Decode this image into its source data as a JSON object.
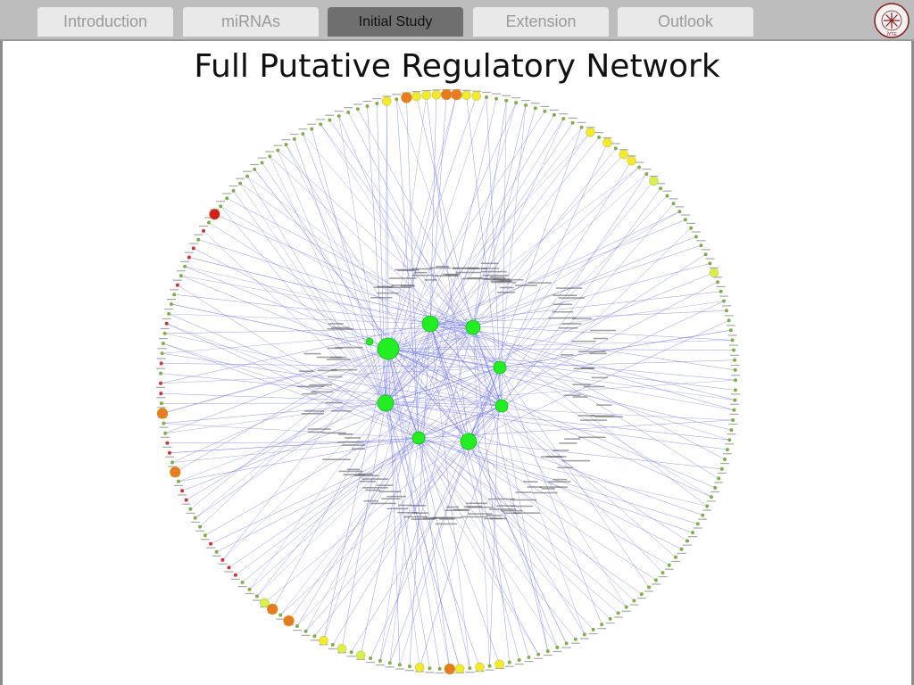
{
  "nav": {
    "tabs": [
      {
        "label": "Introduction",
        "active": false
      },
      {
        "label": "miRNAs",
        "active": false
      },
      {
        "label": "Initial Study",
        "active": true
      },
      {
        "label": "Extension",
        "active": false
      },
      {
        "label": "Outlook",
        "active": false
      }
    ]
  },
  "logo": {
    "caption": "İYTE",
    "ring_text": "İZMİR YÜKSEK TEKNOLOJİ ENSTİTÜSÜ"
  },
  "slide": {
    "title": "Full Putative Regulatory Network"
  },
  "network": {
    "layout": "circular",
    "peripheral_node_count": 180,
    "hub_count": 9,
    "colors": {
      "hub": "#22ee22",
      "edge": "#6f74e8",
      "peripheral_default": "#7fae4a",
      "peripheral_small_red": "#cc3333",
      "high_red": "#d21f1f",
      "orange": "#e87b1e",
      "yellow": "#f2ea2a",
      "light_yellow": "#d9f04a",
      "label_text": "#555555"
    },
    "highlighted_peripheral_colors": [
      "yellow",
      "orange",
      "yellow",
      "yellow",
      "yellow",
      "orange",
      "orange",
      "yellow",
      "yellow",
      "yellow",
      "yellow",
      "yellow",
      "yellow",
      "light_yellow",
      "light_yellow",
      "yellow",
      "yellow",
      "yellow",
      "orange",
      "yellow",
      "light_yellow",
      "light_yellow",
      "yellow",
      "orange",
      "orange",
      "light_yellow",
      "orange",
      "high_red",
      "orange"
    ]
  }
}
